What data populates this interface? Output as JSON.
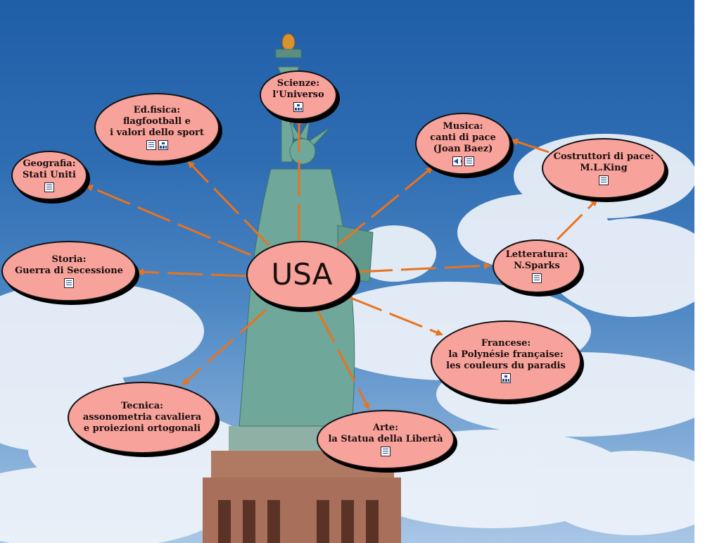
{
  "colors": {
    "node_fill": "#f7a29a",
    "node_border": "#111111",
    "arrow": "#e8731f",
    "statue": "#6fa89a",
    "pedestal": "#a86f5a"
  },
  "center": {
    "label": "USA"
  },
  "nodes": [
    {
      "id": "scienze",
      "label": "Scienze:\nl'Universo",
      "icons": [
        "map-icon"
      ]
    },
    {
      "id": "edfisica",
      "label": "Ed.fisica:\nflagfootball e\ni valori dello sport",
      "icons": [
        "doc-icon",
        "map-icon"
      ]
    },
    {
      "id": "geografia",
      "label": "Geografia:\nStati Uniti",
      "icons": [
        "doc-icon"
      ]
    },
    {
      "id": "storia",
      "label": "Storia:\nGuerra di Secessione",
      "icons": [
        "doc-icon"
      ]
    },
    {
      "id": "musica",
      "label": "Musica:\ncanti di pace\n(Joan Baez)",
      "icons": [
        "audio-icon",
        "doc-icon"
      ]
    },
    {
      "id": "costruttori",
      "label": "Costruttori di pace:\nM.L.King",
      "icons": [
        "doc-icon"
      ]
    },
    {
      "id": "letteratura",
      "label": "Letteratura:\nN.Sparks",
      "icons": [
        "doc-icon"
      ]
    },
    {
      "id": "francese",
      "label": "Francese:\nla Polynésie française:\nles couleurs du paradis",
      "icons": [
        "map-icon"
      ]
    },
    {
      "id": "tecnica",
      "label": "Tecnica:\nassonometria cavaliera\ne proiezioni ortogonali",
      "icons": []
    },
    {
      "id": "arte",
      "label": "Arte:\nla Statua della Libertà",
      "icons": [
        "doc-icon"
      ]
    }
  ]
}
